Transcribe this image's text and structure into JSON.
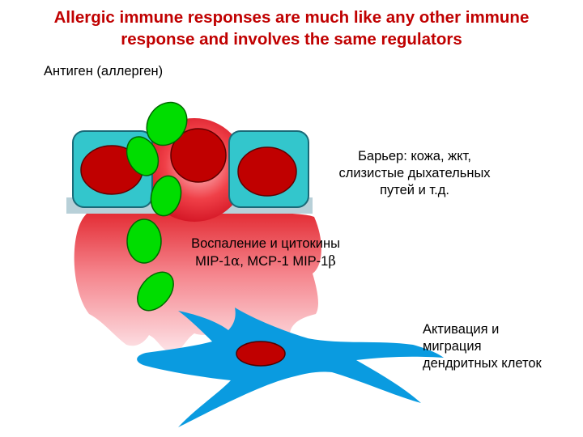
{
  "title": {
    "line1": "Allergic immune responses are much like any other immune",
    "line2": "response and involves the same regulators"
  },
  "labels": {
    "antigen": "Антиген (аллерген)",
    "barrier": {
      "line1": "Барьер: кожа, жкт,",
      "line2": "слизистые дыхательных",
      "line3": "путей и т.д."
    },
    "inflammation": {
      "line1": "Воспаление и цитокины",
      "line2_prefix": "MIP-1",
      "alpha": "α",
      "line2_mid": ", MCP-1 MIP-1",
      "beta": "β"
    },
    "activation": {
      "line1": "Активация и",
      "line2": "миграция",
      "line3": "дендритных клеток"
    }
  },
  "colors": {
    "title": "#c00000",
    "cyan_cell": "#33c6cc",
    "nucleus_red": "#c00000",
    "allergen_green": "#00dd00",
    "dendritic_blue": "#0a9be0",
    "inflammation_red": "#e83040",
    "barrier_base": "#b8d0d8"
  }
}
